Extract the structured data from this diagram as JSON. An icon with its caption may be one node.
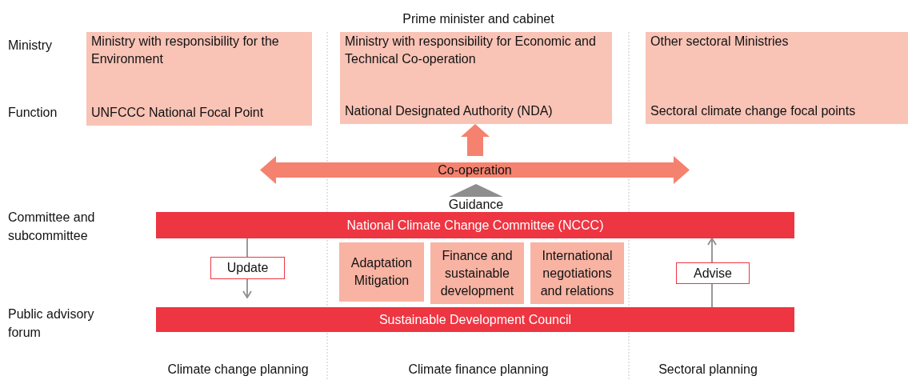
{
  "diagram": {
    "nodes": [
      {
        "text": [
          "Ministry with responsibility  for the Environment",
          "UNFCCC National Focal Point"
        ]
      },
      {
        "text": [
          "Ministry with responsibility for Economic and Technical Co-operation",
          "National Designated Authority (NDA)"
        ]
      },
      {
        "text": [
          "Other sectoral Ministries",
          "Sectoral climate change focal points"
        ]
      },
      {
        "text": [
          "National Climate Change Committee (NCCC)"
        ]
      },
      {
        "text": [
          "Adaptation Mitigation"
        ]
      },
      {
        "text": [
          "Finance and sustainable development"
        ]
      },
      {
        "text": [
          "International negotiations and relations"
        ]
      },
      {
        "text": [
          "Sustainable Development Council"
        ]
      },
      {
        "text": [
          "Co-operation"
        ]
      }
    ],
    "edges": [
      {
        "from": 8,
        "to": 1,
        "arrow": "to",
        "style": "thick",
        "color": "#f4826f"
      },
      {
        "from": 3,
        "to": 8,
        "arrow": "to",
        "label": "Guidance"
      },
      {
        "from": 3,
        "to": 7,
        "arrow": "to",
        "label": "Update"
      },
      {
        "from": 7,
        "to": 3,
        "arrow": "to",
        "label": "Advise"
      }
    ],
    "labels": [
      "Prime minister and cabinet",
      "Ministry",
      "Function",
      "Committee and subcommittee",
      "Public advisory forum",
      "Climate change planning",
      "Climate finance planning",
      "Sectoral planning"
    ]
  }
}
